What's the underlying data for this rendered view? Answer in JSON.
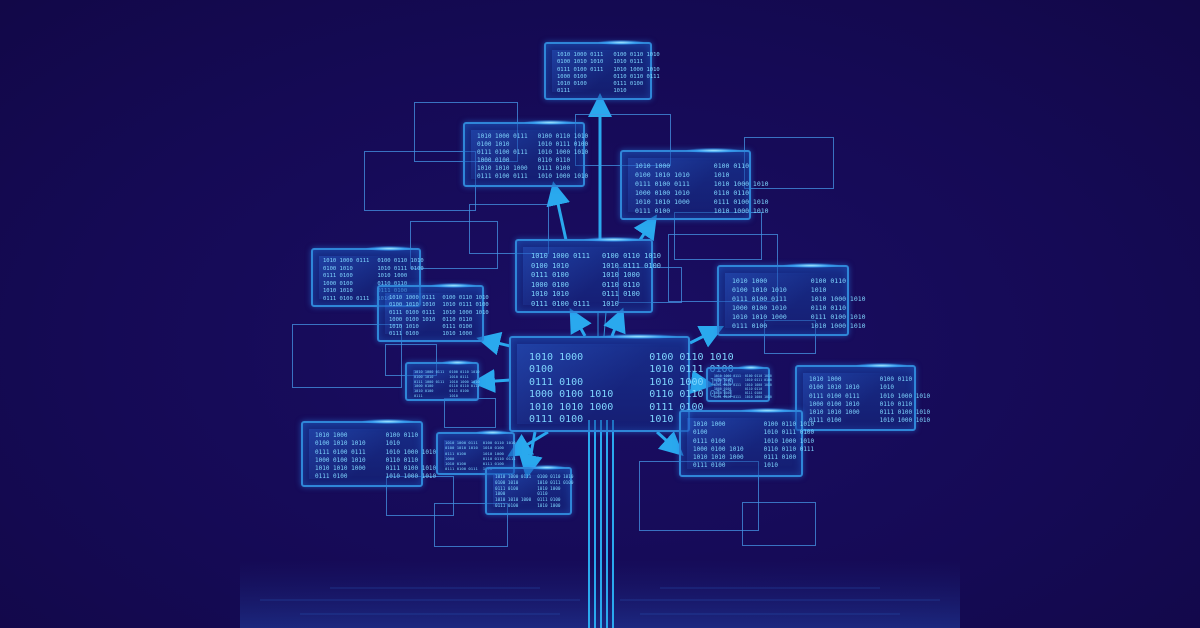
{
  "scene": {
    "description_colors": {
      "background": "#140a52",
      "panel_border": "#2f86d8",
      "binary_text": "#7fd6ff",
      "branch": "#2aa9ee"
    },
    "panels": [
      {
        "id": "trunk-panel",
        "left": [
          "1010 1000",
          "0100",
          "0111 0100",
          "1000 0100 1010",
          "1010 1010 1000",
          "0111 0100"
        ],
        "right": [
          "0100 0110 1010",
          "1010 0111 0100",
          "1010 1000 1010",
          "0110 0110 0111",
          "0111 0100",
          "1010"
        ]
      },
      {
        "id": "top-panel",
        "left": [
          "1010 1000 0111",
          "0100 1010 1010",
          "0111 0100 0111",
          "1000 0100",
          "1010 0100",
          "0111"
        ],
        "right": [
          "0100 0110 1010",
          "1010 0111",
          "1010 1000 1010",
          "0110 0110 0111",
          "0111 0100",
          "1010"
        ]
      },
      {
        "id": "upper-left-panel",
        "left": [
          "1010 1000 0111",
          "0100 1010",
          "0111 0100 0111",
          "1000 0100",
          "1010 1010 1000",
          "0111 0100 0111"
        ],
        "right": [
          "0100 0110 1010",
          "1010 0111 0100",
          "1010 1000 1010",
          "0110 0110",
          "0111 0100",
          "1010 1000 1010"
        ]
      },
      {
        "id": "upper-right-panel",
        "left": [
          "1010 1000",
          "0100 1010 1010",
          "0111 0100 0111",
          "1000 0100 1010",
          "1010 1010 1000",
          "0111 0100"
        ],
        "right": [
          "0100 0110",
          "1010",
          "1010 1000 1010",
          "0110 0110",
          "0111 0100 1010",
          "1010 1000 1010"
        ]
      },
      {
        "id": "center-upper-panel",
        "left": [
          "1010 1000 0111",
          "0100 1010",
          "0111 0100",
          "1000 0100",
          "1010 1010",
          "0111 0100 0111"
        ],
        "right": [
          "0100 0110 1010",
          "1010 0111 0100",
          "1010 1000",
          "0110 0110",
          "0111 0100",
          "1010"
        ]
      },
      {
        "id": "right-mid-panel",
        "left": [
          "1010 1000",
          "0100 1010 1010",
          "0111 0100 0111",
          "1000 0100 1010",
          "1010 1010 1000",
          "0111 0100"
        ],
        "right": [
          "0100 0110",
          "1010",
          "1010 1000 1010",
          "0110 0110",
          "0111 0100 1010",
          "1010 1000 1010"
        ]
      },
      {
        "id": "left-upper-panel",
        "left": [
          "1010 1000 0111",
          "0100 1010",
          "0111 0100",
          "1000 0100",
          "1010 1010",
          "0111 0100 0111"
        ],
        "right": [
          "0100 0110 1010",
          "1010 0111 0100",
          "1010 1000",
          "0110 0110",
          "0111 0100",
          "1010"
        ]
      },
      {
        "id": "left-mid-panel",
        "left": [
          "1010 1000 0111",
          "0100 1010 1010",
          "0111 0100 0111",
          "1000 0100 1010",
          "1010 1010",
          "0111 0100"
        ],
        "right": [
          "0100 0110 1010",
          "1010 0111 0100",
          "1010 1000 1010",
          "0110 0110",
          "0111 0100",
          "1010 1000"
        ]
      },
      {
        "id": "left-small-panel",
        "left": [
          "1010 1000 0111",
          "0100 1010",
          "0111 1000 0111",
          "1000 0100",
          "1010 0100",
          "0111"
        ],
        "right": [
          "0100 0110 1010",
          "1010 0111",
          "1010 1000 1010",
          "0110 0110 0111",
          "0111 0100",
          "1010"
        ]
      },
      {
        "id": "right-small-panel",
        "left": [
          "1010 1000 0111",
          "0100 1010",
          "0111 0100 0111",
          "1000 0100",
          "1010 0100",
          "0111 0100 0111"
        ],
        "right": [
          "0100 0110 1010",
          "1010 0111 0100",
          "1010 1000 1010",
          "0110 0110",
          "0111 0100",
          "1010 1000 1010"
        ]
      },
      {
        "id": "far-right-panel",
        "left": [
          "1010 1000",
          "0100 1010 1010",
          "0111 0100 0111",
          "1000 0100 1010",
          "1010 1010 1000",
          "0111 0100"
        ],
        "right": [
          "0100 0110",
          "1010",
          "1010 1000 1010",
          "0110 0110",
          "0111 0100 1010",
          "1010 1000 1010"
        ]
      },
      {
        "id": "lower-right-panel",
        "left": [
          "1010 1000",
          "0100",
          "0111 0100",
          "1000 0100 1010",
          "1010 1010 1000",
          "0111 0100"
        ],
        "right": [
          "0100 0110 1010",
          "1010 0111 0100",
          "1010 1000 1010",
          "0110 0110 0111",
          "0111 0100",
          "1010"
        ]
      },
      {
        "id": "lower-left-panel",
        "left": [
          "1010 1000",
          "0100 1010 1010",
          "0111 0100 0111",
          "1000 0100 1010",
          "1010 1010 1000",
          "0111 0100"
        ],
        "right": [
          "0100 0110",
          "1010",
          "1010 1000 1010",
          "0110 0110",
          "0111 0100 1010",
          "1010 1000 1010"
        ]
      },
      {
        "id": "lower-center-left-panel",
        "left": [
          "1010 1000 0111",
          "0100 1010 1010",
          "0111 0100",
          "1000",
          "1010 0100",
          "0111 0100 0111"
        ],
        "right": [
          "0100 0110 1010",
          "1010 0100",
          "1010 1000",
          "0110 0110 0111",
          "0111 0100",
          "1010"
        ]
      },
      {
        "id": "lower-center-panel",
        "left": [
          "1010 1000 0111",
          "0100 1010",
          "0111 0100",
          "1000",
          "1010 1010 1000",
          "0111 0100"
        ],
        "right": [
          "0100 0110 1010",
          "1010 0111 0100",
          "1010 1000",
          "0110",
          "0111 0100",
          "1010 1000"
        ]
      }
    ]
  }
}
